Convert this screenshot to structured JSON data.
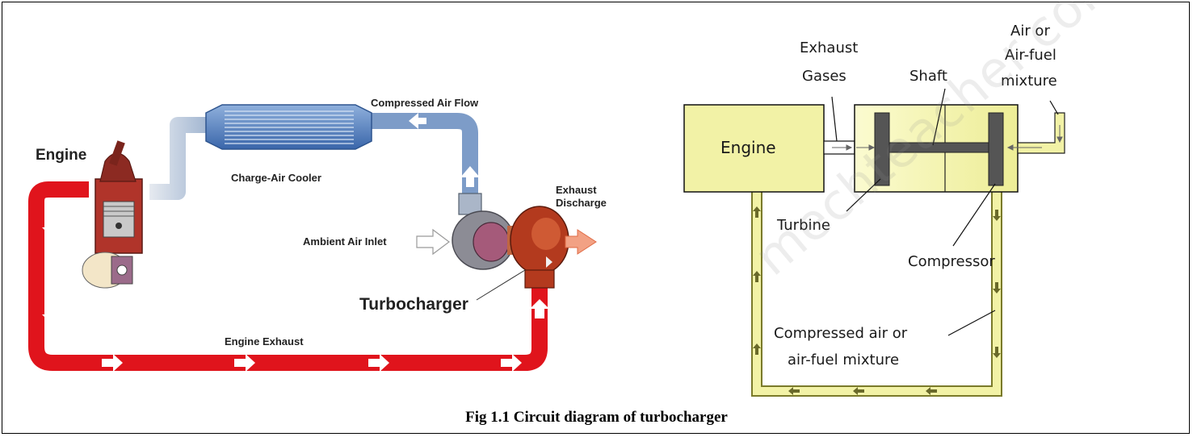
{
  "left_diagram": {
    "engine": "Engine",
    "charge_air_cooler": "Charge-Air Cooler",
    "compressed_air_flow": "Compressed Air Flow",
    "exhaust_discharge_line1": "Exhaust",
    "exhaust_discharge_line2": "Discharge",
    "ambient_air_inlet": "Ambient Air Inlet",
    "turbocharger": "Turbocharger",
    "engine_exhaust": "Engine Exhaust"
  },
  "right_diagram": {
    "engine": "Engine",
    "exhaust_gases_line1": "Exhaust",
    "exhaust_gases_line2": "Gases",
    "shaft": "Shaft",
    "air_line1": "Air or",
    "air_line2": "Air-fuel",
    "air_line3": "mixture",
    "turbine": "Turbine",
    "compressor": "Compressor",
    "compressed_line1": "Compressed air or",
    "compressed_line2": "air-fuel mixture",
    "watermark": "mechteacher.com"
  },
  "caption": "Fig 1.1 Circuit diagram of turbocharger",
  "colors": {
    "exhaust_red": "#e0141c",
    "intake_blue": "#7d9cc8",
    "cooler_blue": "#3f6db0",
    "engine_yellow": "#f2f2a6",
    "turbo_body": "#b33a1e"
  }
}
